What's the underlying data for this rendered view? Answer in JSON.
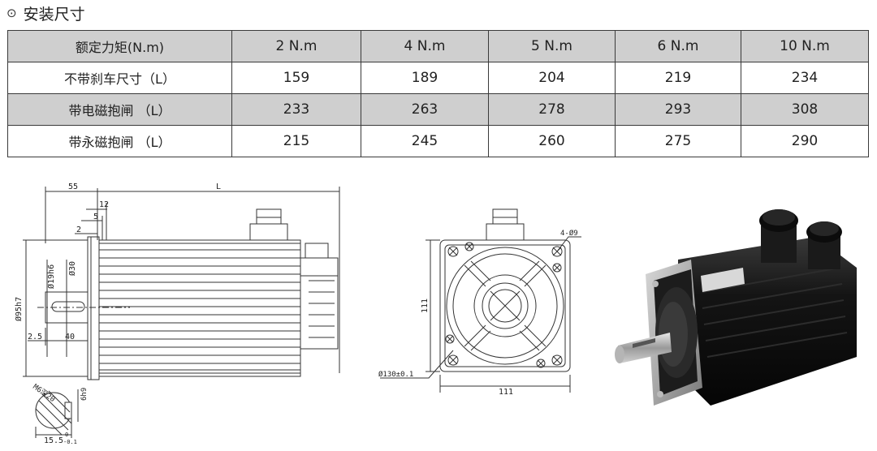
{
  "section": {
    "bullet": "⊙",
    "title": "安装尺寸"
  },
  "table": {
    "header": [
      "额定力矩(N.m)",
      "2 N.m",
      "4  N.m",
      "5  N.m",
      "6  N.m",
      "10  N.m"
    ],
    "rows": [
      [
        "不带刹车尺寸（L）",
        "159",
        "189",
        "204",
        "219",
        "234"
      ],
      [
        "带电磁抱闸 （L）",
        "233",
        "263",
        "278",
        "293",
        "308"
      ],
      [
        "带永磁抱闸 （L）",
        "215",
        "245",
        "260",
        "275",
        "290"
      ]
    ]
  },
  "side_view": {
    "dim_55": "55",
    "dim_L": "L",
    "dim_12": "12",
    "dim_5": "5",
    "dim_2": "2",
    "dim_shaft": "Ø19h6",
    "dim_30": "Ø30",
    "dim_pilot": "Ø95h7",
    "dim_25": "2.5",
    "dim_40": "40"
  },
  "shaft_section": {
    "thread": "M6深20",
    "key": "6h9",
    "depth": "15.5",
    "tol_upper": "0",
    "tol_lower": "-0.1"
  },
  "front_view": {
    "holes": "4-Ø9",
    "height": "111",
    "pcd": "Ø130±0.1",
    "width": "111"
  },
  "colors": {
    "header_bg": "#cfcfcf",
    "line": "#3a3a3a",
    "motor_body": "#141414"
  }
}
